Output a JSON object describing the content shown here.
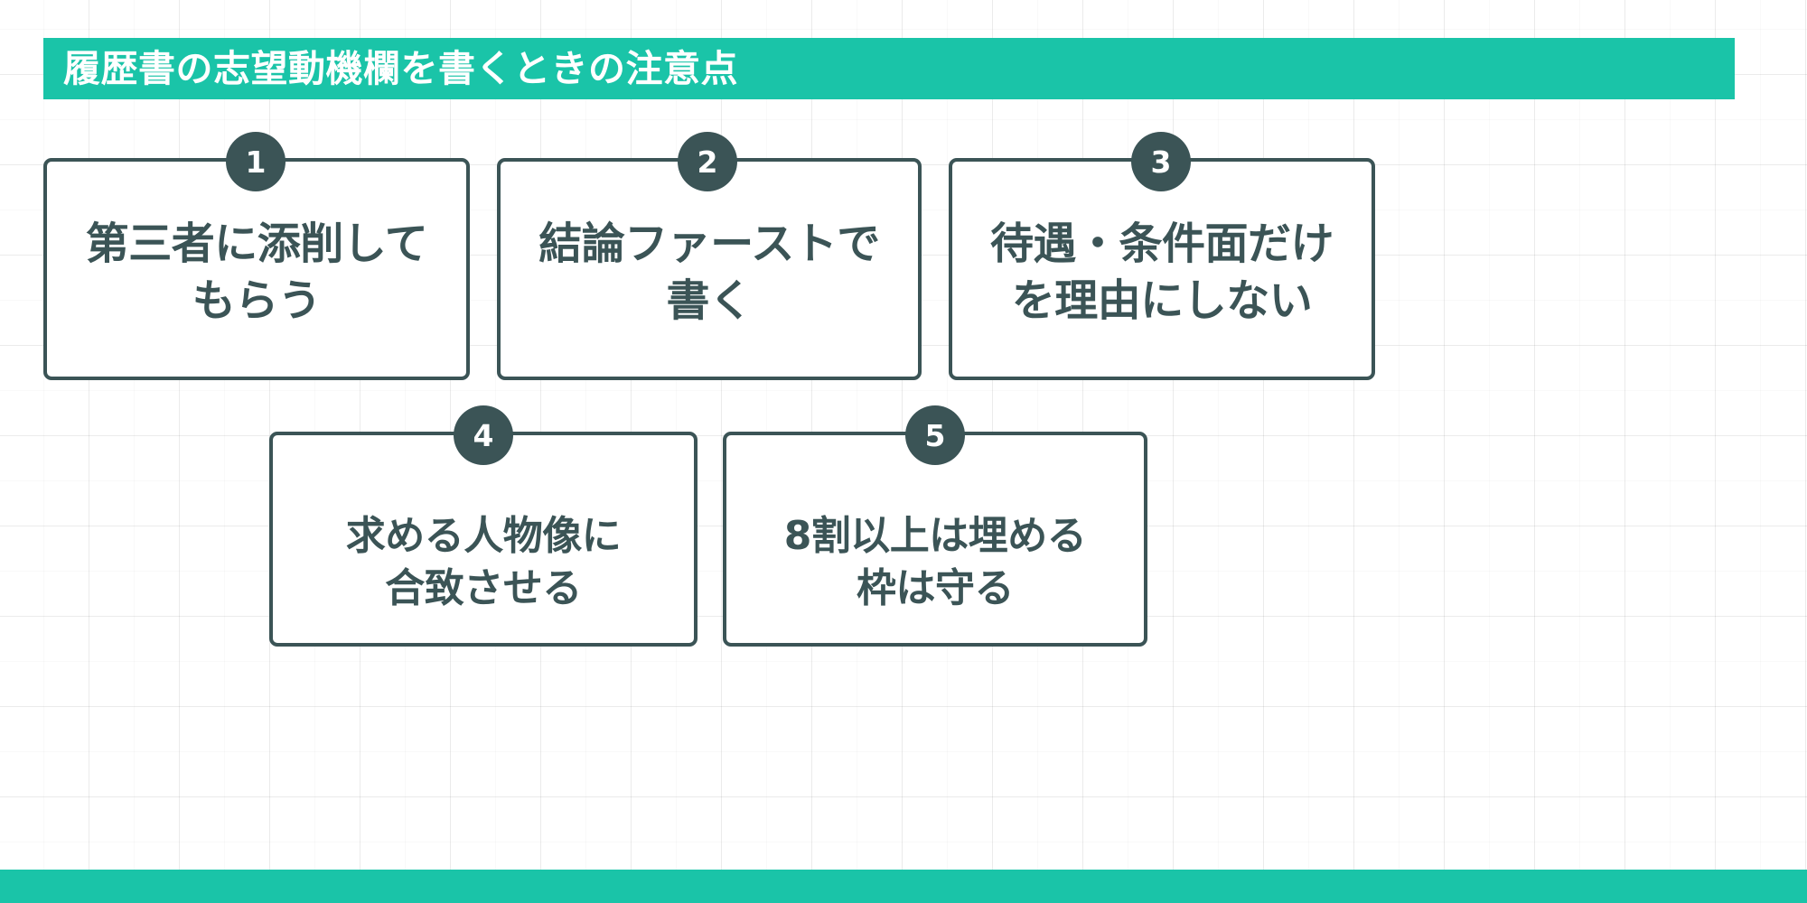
{
  "theme": {
    "accent_teal": "#1AC4A8",
    "dark_slate": "#3B5456",
    "card_background": "#FFFFFF",
    "page_background": "#FFFFFF"
  },
  "header": {
    "title": "履歴書の志望動機欄を書くときの注意点"
  },
  "cards": [
    {
      "number": "1",
      "text": "第三者に添削して\nもらう"
    },
    {
      "number": "2",
      "text": "結論ファーストで\n書く"
    },
    {
      "number": "3",
      "text": "待遇・条件面だけ\nを理由にしない"
    },
    {
      "number": "4",
      "text": "求める人物像に\n合致させる"
    },
    {
      "number": "5",
      "text": "8割以上は埋める\n枠は守る"
    }
  ]
}
